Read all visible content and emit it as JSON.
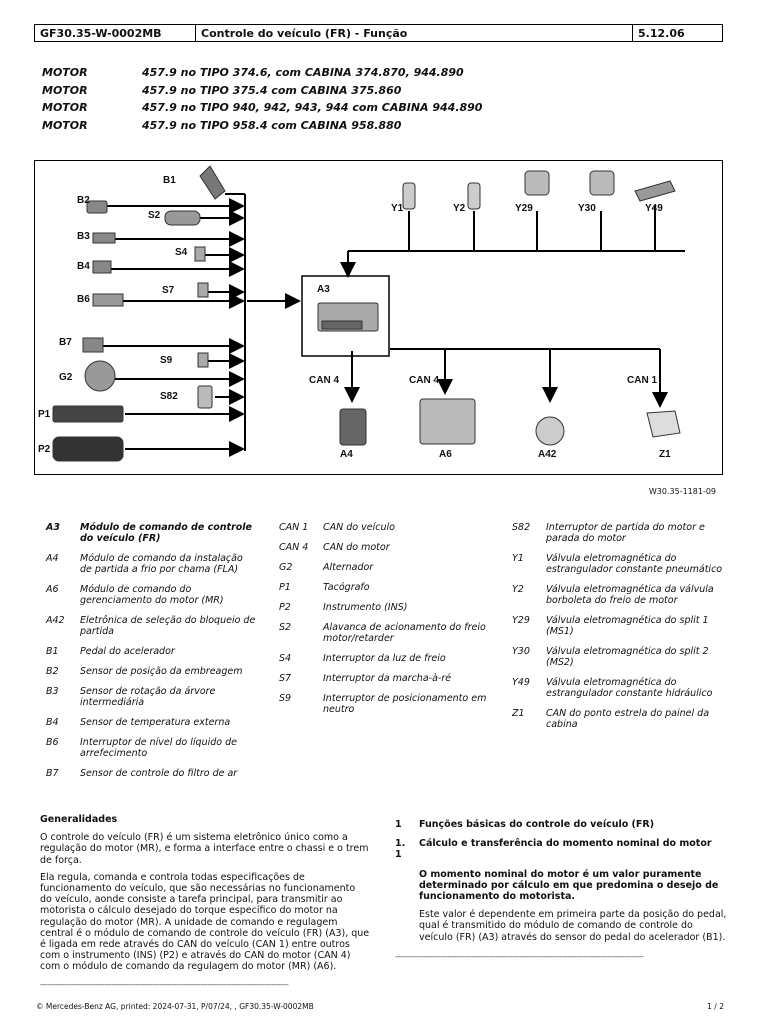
{
  "header": {
    "code": "GF30.35-W-0002MB",
    "title": "Controle do veículo (FR) - Função",
    "date": "5.12.06"
  },
  "motors": [
    {
      "key": "MOTOR",
      "text": "457.9 no TIPO 374.6, com CABINA 374.870, 944.890"
    },
    {
      "key": "MOTOR",
      "text": "457.9 no TIPO 375.4 com CABINA 375.860"
    },
    {
      "key": "MOTOR",
      "text": "457.9 no TIPO 940, 942, 943, 944 com CABINA 944.890"
    },
    {
      "key": "MOTOR",
      "text": "457.9 no TIPO 958.4 com CABINA 958.880"
    }
  ],
  "diagram": {
    "left_labels": [
      "B1",
      "B2",
      "S2",
      "B3",
      "S4",
      "B4",
      "S7",
      "B6",
      "B7",
      "S9",
      "G2",
      "S82",
      "P1",
      "P2"
    ],
    "top_labels": [
      "Y1",
      "Y2",
      "Y29",
      "Y30",
      "Y49"
    ],
    "center_label": "A3",
    "can_labels": [
      "CAN 4",
      "CAN 4",
      "CAN 1"
    ],
    "bottom_labels": [
      "A4",
      "A6",
      "A42",
      "Z1"
    ],
    "ref": "W30.35-1181-09"
  },
  "legend": {
    "col1": [
      {
        "code": "A3",
        "text": "Módulo de comando de controle do veículo (FR)"
      },
      {
        "code": "A4",
        "text": "Módulo de comando da instalação de partida a frio por chama (FLA)"
      },
      {
        "code": "A6",
        "text": "Módulo de comando do gerenciamento do motor (MR)"
      },
      {
        "code": "A42",
        "text": "Eletrônica de seleção do bloqueio de partida"
      },
      {
        "code": "B1",
        "text": "Pedal do acelerador"
      },
      {
        "code": "B2",
        "text": "Sensor de posição da embreagem"
      },
      {
        "code": "B3",
        "text": "Sensor de rotação da árvore intermediária"
      },
      {
        "code": "B4",
        "text": "Sensor de temperatura externa"
      },
      {
        "code": "B6",
        "text": "Interruptor de nível do líquido de arrefecimento"
      },
      {
        "code": "B7",
        "text": "Sensor de controle do filtro de ar"
      }
    ],
    "col2": [
      {
        "code": "CAN 1",
        "text": "CAN do veículo"
      },
      {
        "code": "CAN 4",
        "text": "CAN do motor"
      },
      {
        "code": "G2",
        "text": "Alternador"
      },
      {
        "code": "P1",
        "text": "Tacógrafo"
      },
      {
        "code": "P2",
        "text": "Instrumento (INS)"
      },
      {
        "code": "S2",
        "text": "Alavanca de acionamento do freio motor/retarder"
      },
      {
        "code": "S4",
        "text": "Interruptor da luz de freio"
      },
      {
        "code": "S7",
        "text": "Interruptor da marcha-à-ré"
      },
      {
        "code": "S9",
        "text": "Interruptor de posicionamento em neutro"
      }
    ],
    "col3": [
      {
        "code": "S82",
        "text": "Interruptor de partida do motor e parada do motor"
      },
      {
        "code": "Y1",
        "text": "Válvula eletromagnética do estrangulador constante pneumático"
      },
      {
        "code": "Y2",
        "text": "Válvula eletromagnética da válvula borboleta do freio de motor"
      },
      {
        "code": "Y29",
        "text": "Válvula eletromagnética do split 1 (MS1)"
      },
      {
        "code": "Y30",
        "text": "Válvula eletromagnética do split 2 (MS2)"
      },
      {
        "code": "Y49",
        "text": "Válvula eletromagnética do estrangulador constante hidráulico"
      },
      {
        "code": "Z1",
        "text": "CAN do ponto estrela do painel da cabina"
      }
    ]
  },
  "general": {
    "heading": "Generalidades",
    "p1": "O controle do veículo (FR) é um sistema eletrônico único como a regulação do motor (MR), e forma a interface entre o chassi e o trem de força.",
    "p2": "Ela regula, comanda e controla todas especificações de funcionamento do veículo, que são necessárias no funcionamento do veículo, aonde consiste a tarefa principal, para transmitir ao motorista o cálculo desejado do torque específico do motor na regulação do motor (MR). A unidade de comando e regulagem central é o módulo de comando de controle do veículo (FR) (A3), que é ligada em rede através do CAN do veículo (CAN 1) entre outros com o instrumento (INS) (P2) e através do CAN do motor (CAN 4) com o módulo de comando da regulagem do motor (MR) (A6).",
    "dashes": "--------------------------------------------------------------------------------------------------------"
  },
  "right": {
    "n1": "1",
    "t1": "Funções básicas do controle do veículo (FR)",
    "n2": "1.\n1",
    "t2": "Cálculo e transferência do momento nominal do motor",
    "bold_p": "O momento nominal do motor é um valor puramente determinado por cálculo em que predomina o desejo de funcionamento do motorista.",
    "p": "Este valor é dependente em primeira parte da posição do pedal, qual é transmitido do módulo de comando de controle do veículo (FR) (A3) através do sensor do pedal do acelerador (B1).",
    "dashes": "--------------------------------------------------------------------------------------------------------"
  },
  "footer": {
    "left": "© Mercedes-Benz AG, printed: 2024-07-31, P/07/24, , GF30.35-W-0002MB",
    "right": "1 / 2"
  }
}
